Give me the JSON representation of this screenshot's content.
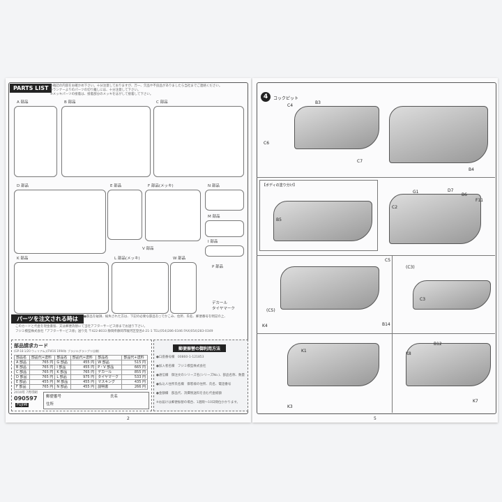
{
  "left_page": {
    "header": "PARTS LIST",
    "notes": [
      "※箱詰の内容をお確かめ下さい。十分注意しておりますが、万一、欠品や不良品がありましたら当社までご連絡ください。",
      "※ランナーよりのパーツの切り離しには、十分注意して下さい。",
      "※メッキパーツの接着は、接着部分のメッキをはがして接着して下さい。"
    ],
    "part_groups": [
      "A 部品",
      "B 部品",
      "C 部品",
      "D 部品",
      "E 部品",
      "F 部品(メッキ)",
      "N 部品",
      "M 部品",
      "I 部品",
      "V 部品",
      "K 部品",
      "L 部品(メッキ)",
      "W 部品",
      "P 部品"
    ],
    "decal_label": "デカール",
    "tire_mark_label": "タイヤマーク",
    "order_banner": "パーツを注文される時は",
    "order_text": "●部品を破損、紛失された方は、下記の必要な部品を○でかこみ、住所、氏名、郵便番号を明記の上、",
    "order_text2": "このカードと代金を現金書留、又は郵便為替にて当社アフターサービス係までお送り下さい。",
    "company": "フジミ模型株式会社「アフターサービス係」送り先 〒422-8033 静岡県静岡市駿河区登呂4-21-1 TEL(054)286-0346 FAX(054)283-0349",
    "card_title": "部品請求カード",
    "card_subtitle": "(GP-18 1/20 ウィリアムズFW16 1994年 ブラジルグランプリ仕様)",
    "table_headers": [
      "部品名",
      "部品代+送料",
      "部品名",
      "部品代+送料",
      "部品名",
      "部品代+送料"
    ],
    "table_rows": [
      [
        "A 部品",
        "765 円",
        "G 部品",
        "455 円",
        "W 部品",
        "515 円"
      ],
      [
        "B 部品",
        "765 円",
        "I 部品",
        "455 円",
        "P・V 部品",
        "665 円"
      ],
      [
        "C 部品",
        "765 円",
        "K 部品",
        "765 円",
        "デカール",
        "855 円"
      ],
      [
        "D 部品",
        "765 円",
        "L 部品",
        "975 円",
        "タイヤマーク",
        "533 円"
      ],
      [
        "E 部品",
        "455 円",
        "M 部品",
        "455 円",
        "マスキング",
        "435 円"
      ],
      [
        "F 部品",
        "765 円",
        "N 部品",
        "455 円",
        "説明書",
        "266 円"
      ]
    ],
    "postal_label": "郵便番号",
    "name_label": "氏名",
    "address_label": "住所",
    "code_small": "2010年 7月印刷",
    "code": "090597",
    "brand": "FUJIMI",
    "furikae_title": "郵便振替の御利用方法",
    "furikae_lines": [
      "●口座番号欄　00860-1-121853",
      "●加入者名欄　フジミ模型株式会社",
      "●通信欄　御注文のシリーズ名(シリーズNo.)、部品名称、数量",
      "●払込人住所氏名欄　御客様の住所、氏名、電話番号",
      "●金額欄　部品代、消費税送料を含む代金総額",
      "※お届けは郵便振替の場合、1週間〜10日間位かかります。"
    ],
    "page_number": "2"
  },
  "right_page": {
    "step": "4",
    "step_title": "コックピット",
    "labels": [
      "C4",
      "B3",
      "C6",
      "C7",
      "B4",
      "G1",
      "D7",
      "B6",
      "C2",
      "F11",
      "B5",
      "C5",
      "C3",
      "(C3)",
      "(C5)",
      "K4",
      "B14",
      "K1",
      "B12",
      "K8",
      "K3",
      "K7"
    ],
    "paint_box_title": "【ボディの塗り分け】",
    "page_number": "5"
  }
}
